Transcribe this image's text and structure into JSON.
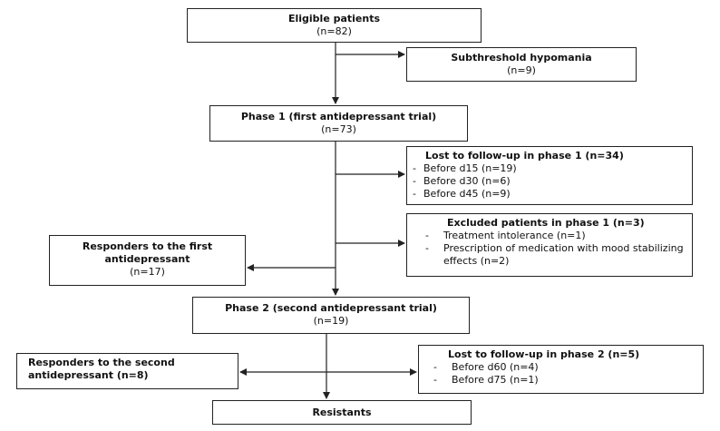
{
  "eligible": {
    "title": "Eligible patients",
    "count": "(n=82)"
  },
  "hypomania": {
    "title": "Subthreshold hypomania",
    "count": "(n=9)"
  },
  "phase1": {
    "title": "Phase 1 (first antidepressant trial)",
    "count": "(n=73)"
  },
  "lost1": {
    "title": "Lost to follow-up in phase 1 (n=34)",
    "items": [
      {
        "dash": "-",
        "text": "Before d15 (n=19)"
      },
      {
        "dash": "-",
        "text": "Before d30 (n=6)"
      },
      {
        "dash": "-",
        "text": "Before d45 (n=9)"
      }
    ]
  },
  "excluded1": {
    "title": "Excluded patients in phase 1 (n=3)",
    "items": [
      {
        "dash": "-",
        "text": "Treatment intolerance (n=1)"
      },
      {
        "dash": "-",
        "text": "Prescription of medication with mood stabilizing effects (n=2)"
      }
    ]
  },
  "responders1": {
    "line1": "Responders to the first",
    "line2": "antidepressant",
    "count": "(n=17)"
  },
  "phase2": {
    "title": "Phase 2 (second antidepressant trial)",
    "count": "(n=19)"
  },
  "responders2": {
    "line1": "Responders to the second",
    "line2": "antidepressant  (n=8)"
  },
  "lost2": {
    "title": "Lost to follow-up in phase 2 (n=5)",
    "items": [
      {
        "dash": "-",
        "text": "Before d60 (n=4)"
      },
      {
        "dash": "-",
        "text": "Before d75 (n=1)"
      }
    ]
  },
  "resistants": {
    "title": "Resistants"
  }
}
